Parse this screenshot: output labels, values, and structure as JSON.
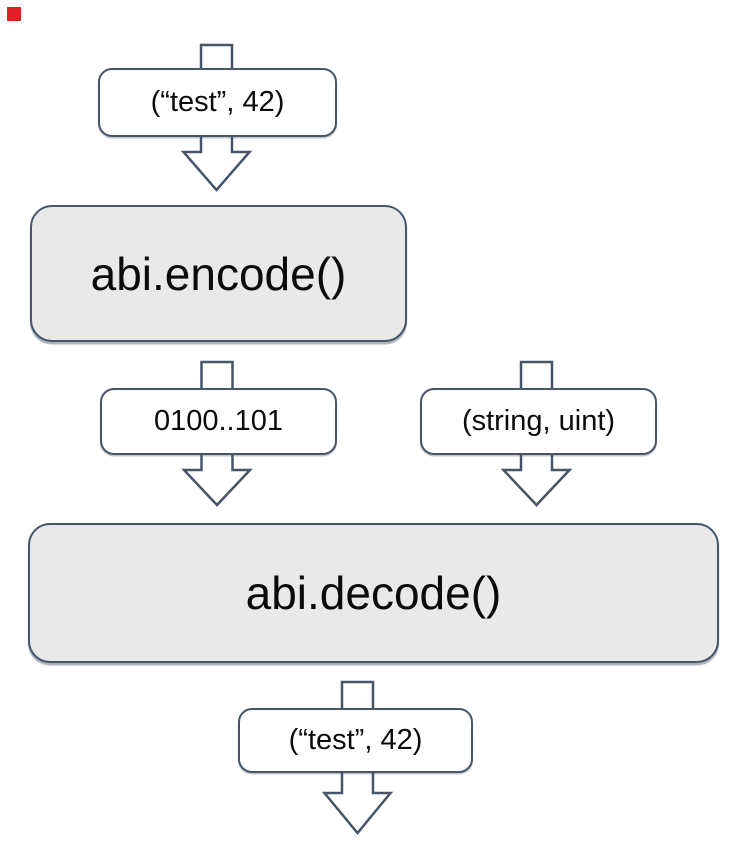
{
  "marker": {
    "name": "red-corner-marker",
    "color": "#e01f26"
  },
  "diagram": {
    "stroke_color": "#475569",
    "process_fill": "#e9e9e9",
    "label_fill": "#ffffff",
    "text_color": "#0b0b0b",
    "nodes": {
      "input_top": {
        "text": "(“test”, 42)",
        "type": "data-label"
      },
      "encode": {
        "text": "abi.encode()",
        "type": "process"
      },
      "encoded_bytes": {
        "text": "0100..101",
        "type": "data-label"
      },
      "types": {
        "text": "(string, uint)",
        "type": "data-label"
      },
      "decode": {
        "text": "abi.decode()",
        "type": "process"
      },
      "output_bottom": {
        "text": "(“test”, 42)",
        "type": "data-label"
      }
    },
    "flow": [
      "input_top -> encode",
      "encode -> encoded_bytes",
      "encoded_bytes -> decode",
      "types -> decode",
      "decode -> output_bottom"
    ]
  }
}
